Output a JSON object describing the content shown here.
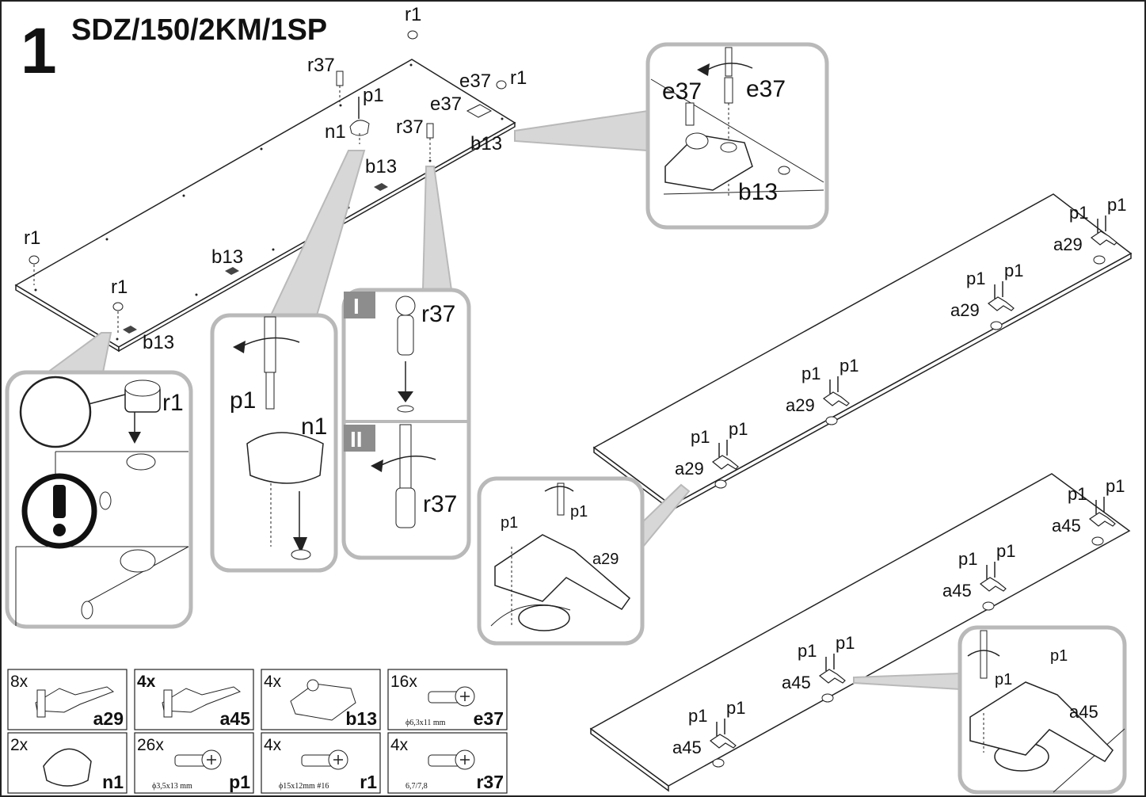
{
  "step": {
    "number": "1",
    "code": "SDZ/150/2KM/1SP"
  },
  "main_labels": {
    "r1_a": "r1",
    "r1_b": "r1",
    "r1_c": "r1",
    "r1_d": "r1",
    "r37_a": "r37",
    "r37_b": "r37",
    "e37_a": "e37",
    "e37_b": "e37",
    "p1_top": "p1",
    "n1_top": "n1",
    "b13_a": "b13",
    "b13_b": "b13",
    "b13_c": "b13",
    "b13_d": "b13"
  },
  "zoom_b13": {
    "left": "e37",
    "right": "e37",
    "plate": "b13"
  },
  "zoom_r1": {
    "label": "r1"
  },
  "zoom_n1": {
    "screw": "p1",
    "part": "n1"
  },
  "zoom_r37": {
    "step1": "I",
    "step2": "II",
    "label1": "r37",
    "label2": "r37"
  },
  "zoom_a29": {
    "p1a": "p1",
    "p1b": "p1",
    "hinge": "a29"
  },
  "zoom_a45": {
    "p1a": "p1",
    "p1b": "p1",
    "hinge": "a45"
  },
  "door1": [
    {
      "p1a": "p1",
      "p1b": "p1",
      "hinge": "a29"
    },
    {
      "p1a": "p1",
      "p1b": "p1",
      "hinge": "a29"
    },
    {
      "p1a": "p1",
      "p1b": "p1",
      "hinge": "a29"
    },
    {
      "p1a": "p1",
      "p1b": "p1",
      "hinge": "a29"
    }
  ],
  "door2": [
    {
      "p1a": "p1",
      "p1b": "p1",
      "hinge": "a45"
    },
    {
      "p1a": "p1",
      "p1b": "p1",
      "hinge": "a45"
    },
    {
      "p1a": "p1",
      "p1b": "p1",
      "hinge": "a45"
    },
    {
      "p1a": "p1",
      "p1b": "p1",
      "hinge": "a45"
    }
  ],
  "parts": [
    {
      "qty": "8x",
      "code": "a29",
      "spec": ""
    },
    {
      "qty": "4x",
      "code": "a45",
      "spec": ""
    },
    {
      "qty": "4x",
      "code": "b13",
      "spec": ""
    },
    {
      "qty": "16x",
      "code": "e37",
      "spec": "ϕ6,3x11 mm"
    },
    {
      "qty": "2x",
      "code": "n1",
      "spec": ""
    },
    {
      "qty": "26x",
      "code": "p1",
      "spec": "ϕ3,5x13 mm"
    },
    {
      "qty": "4x",
      "code": "r1",
      "spec": "ϕ15x12mm  #16"
    },
    {
      "qty": "4x",
      "code": "r37",
      "spec": "6,7/7,8"
    }
  ],
  "colors": {
    "frame": "#b9b9b9",
    "ink": "#111111"
  }
}
